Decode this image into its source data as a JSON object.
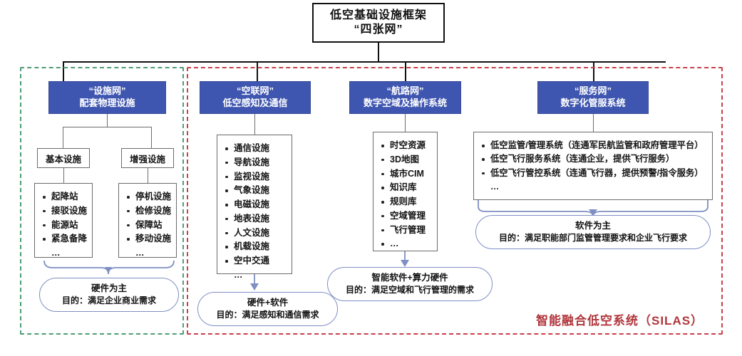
{
  "title": {
    "line1": "低空基础设施框架",
    "line2": "“四张网”"
  },
  "regions": {
    "green": {
      "name": "facility-region",
      "color": "#4e9d76"
    },
    "red": {
      "name": "silas-region",
      "color": "#c8414b"
    }
  },
  "silas_label": "智能融合低空系统（SILAS）",
  "columns": [
    {
      "key": "facility-net",
      "header_line1": "“设施网”",
      "header_line2": "配套物理设施",
      "subgroups": [
        {
          "caption": "基本设施",
          "items": [
            "起降站",
            "接驳设施",
            "能源站",
            "紧急备降",
            "…"
          ]
        },
        {
          "caption": "增强设施",
          "items": [
            "停机设施",
            "检修设施",
            "保障站",
            "移动设施",
            "…"
          ]
        }
      ],
      "summary": {
        "title": "硬件为主",
        "sub": "目的：满足企业商业需求"
      }
    },
    {
      "key": "air-link-net",
      "header_line1": "“空联网”",
      "header_line2": "低空感知及通信",
      "items": [
        "通信设施",
        "导航设施",
        "监视设施",
        "气象设施",
        "电磁设施",
        "地表设施",
        "人文设施",
        "机载设施",
        "空中交通",
        "…"
      ],
      "summary": {
        "title": "硬件+软件",
        "sub": "目的：满足感知和通信需求"
      }
    },
    {
      "key": "air-route-net",
      "header_line1": "“航路网”",
      "header_line2": "数字空域及操作系统",
      "items": [
        "时空资源",
        "3D地图",
        "城市CIM",
        "知识库",
        "规则库",
        "空域管理",
        "飞行管理",
        "…"
      ],
      "summary": {
        "title": "智能软件+算力硬件",
        "sub": "目的：满足空域和飞行管理的需求"
      }
    },
    {
      "key": "service-net",
      "header_line1": "“服务网”",
      "header_line2": "数字化管服系统",
      "items": [
        "低空监管/管理系统（连通军民航监管和政府管理平台）",
        "低空飞行服务系统（连通企业，提供飞行服务）",
        "低空飞行管控系统（连通飞行器，提供预警/指令服务）",
        "…"
      ],
      "summary": {
        "title": "软件为主",
        "sub": "目的：满足职能部门监管管理要求和企业飞行要求"
      }
    }
  ]
}
